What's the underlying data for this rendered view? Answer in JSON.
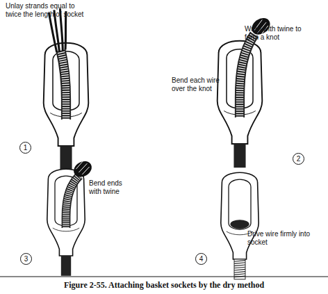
{
  "diagram": {
    "caption": "Figure 2-55. Attaching basket sockets by the dry method",
    "nodes": [
      {
        "text": [
          "1"
        ]
      },
      {
        "text": [
          "2"
        ]
      },
      {
        "text": [
          "3"
        ]
      },
      {
        "text": [
          "4"
        ]
      }
    ],
    "labels": [
      "Unlay strands equal to twice the length of socket",
      "Wrap with twine to form a knot",
      "Bend each wire over the knot",
      "Bend ends with twine",
      "Drive wire firmly into socket"
    ]
  }
}
